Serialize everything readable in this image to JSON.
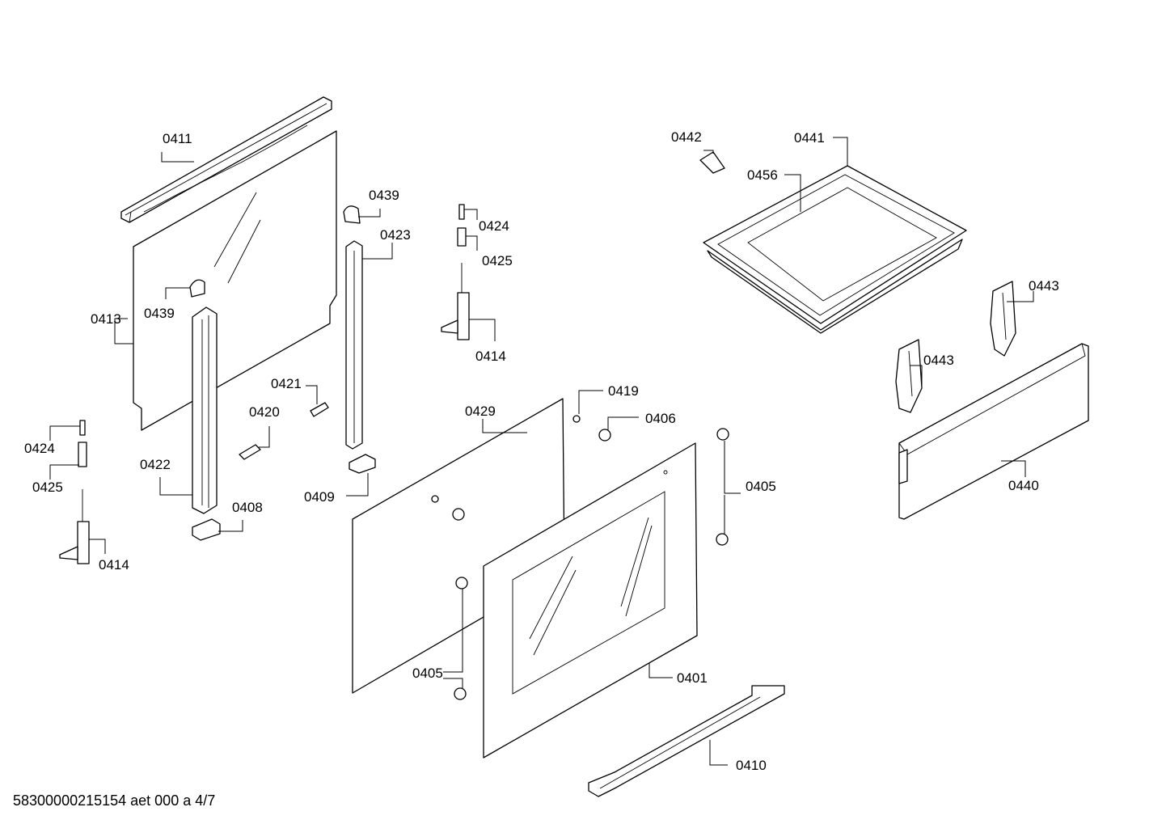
{
  "labels": {
    "l0411": "0411",
    "l0413": "0413",
    "l0439a": "0439",
    "l0439b": "0439",
    "l0423": "0423",
    "l0424a": "0424",
    "l0425a": "0425",
    "l0414a": "0414",
    "l0421": "0421",
    "l0420": "0420",
    "l0422": "0422",
    "l0424b": "0424",
    "l0425b": "0425",
    "l0414b": "0414",
    "l0408": "0408",
    "l0409": "0409",
    "l0429": "0429",
    "l0419": "0419",
    "l0406": "0406",
    "l0405a": "0405",
    "l0405b": "0405",
    "l0401": "0401",
    "l0410": "0410",
    "l0442": "0442",
    "l0441": "0441",
    "l0456": "0456",
    "l0443a": "0443",
    "l0443b": "0443",
    "l0440": "0440"
  },
  "footer": {
    "doc_id": "58300000215154 aet 000 a 4/7"
  }
}
